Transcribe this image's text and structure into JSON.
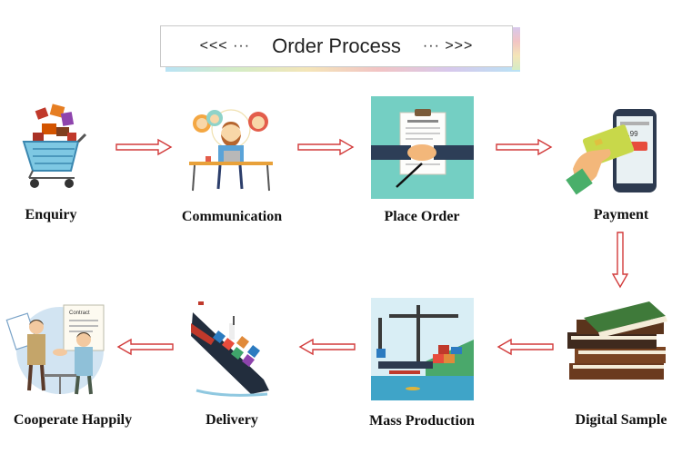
{
  "banner": {
    "left_deco": "<<< ···",
    "title": "Order Process",
    "right_deco": "··· >>>"
  },
  "steps": [
    {
      "label": "Enquiry",
      "icon": "shopping-cart-icon"
    },
    {
      "label": "Communication",
      "icon": "team-meeting-icon"
    },
    {
      "label": "Place Order",
      "icon": "contract-handshake-icon"
    },
    {
      "label": "Payment",
      "icon": "mobile-payment-icon"
    },
    {
      "label": "Digital Sample",
      "icon": "books-stack-icon"
    },
    {
      "label": "Mass Production",
      "icon": "port-crane-icon"
    },
    {
      "label": "Delivery",
      "icon": "cargo-ship-icon"
    },
    {
      "label": "Cooperate Happily",
      "icon": "business-agreement-icon"
    }
  ],
  "colors": {
    "arrow": "#d23a3a",
    "banner_border": "#c9c9c9"
  }
}
